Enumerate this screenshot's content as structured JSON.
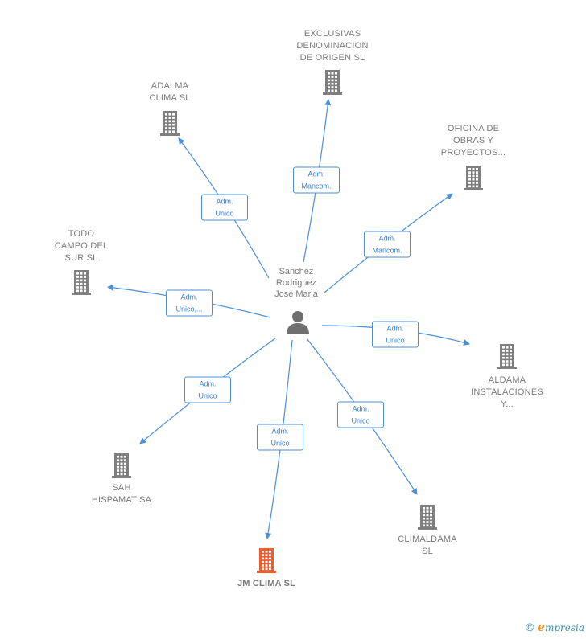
{
  "center": {
    "label": "Sanchez\nRodriguez\nJose Maria",
    "icon": "person-icon"
  },
  "companies": [
    {
      "id": "exclusivas",
      "label": "EXCLUSIVAS\nDENOMINACION\nDE ORIGEN SL",
      "highlight": false
    },
    {
      "id": "adalma",
      "label": "ADALMA\nCLIMA  SL",
      "highlight": false
    },
    {
      "id": "oficina",
      "label": "OFICINA DE\nOBRAS Y\nPROYECTOS...",
      "highlight": false
    },
    {
      "id": "todo-campo",
      "label": "TODO\nCAMPO DEL\nSUR SL",
      "highlight": false
    },
    {
      "id": "aldama",
      "label": "ALDAMA\nINSTALACIONES\nY...",
      "highlight": false
    },
    {
      "id": "sah",
      "label": "SAH\nHISPAMAT SA",
      "highlight": false
    },
    {
      "id": "climaldama",
      "label": "CLIMALDAMA\nSL",
      "highlight": false
    },
    {
      "id": "jm-clima",
      "label": "JM CLIMA  SL",
      "highlight": true
    }
  ],
  "edges": [
    {
      "to": "exclusivas",
      "label": "Adm.\nMancom."
    },
    {
      "to": "adalma",
      "label": "Adm.\nUnico"
    },
    {
      "to": "oficina",
      "label": "Adm.\nMancom."
    },
    {
      "to": "todo-campo",
      "label": "Adm.\nUnico,..."
    },
    {
      "to": "aldama",
      "label": "Adm.\nUnico"
    },
    {
      "to": "sah",
      "label": "Adm.\nUnico"
    },
    {
      "to": "jm-clima",
      "label": "Adm.\nUnico"
    },
    {
      "to": "climaldama",
      "label": "Adm.\nUnico"
    }
  ],
  "colors": {
    "edge": "#4a8fd8",
    "building": "#7f7f7f",
    "building_highlight": "#f25c2a",
    "person": "#6f6f6f"
  },
  "footer": {
    "copyright": "©",
    "brand_initial": "e",
    "brand_rest": "mpresia"
  }
}
